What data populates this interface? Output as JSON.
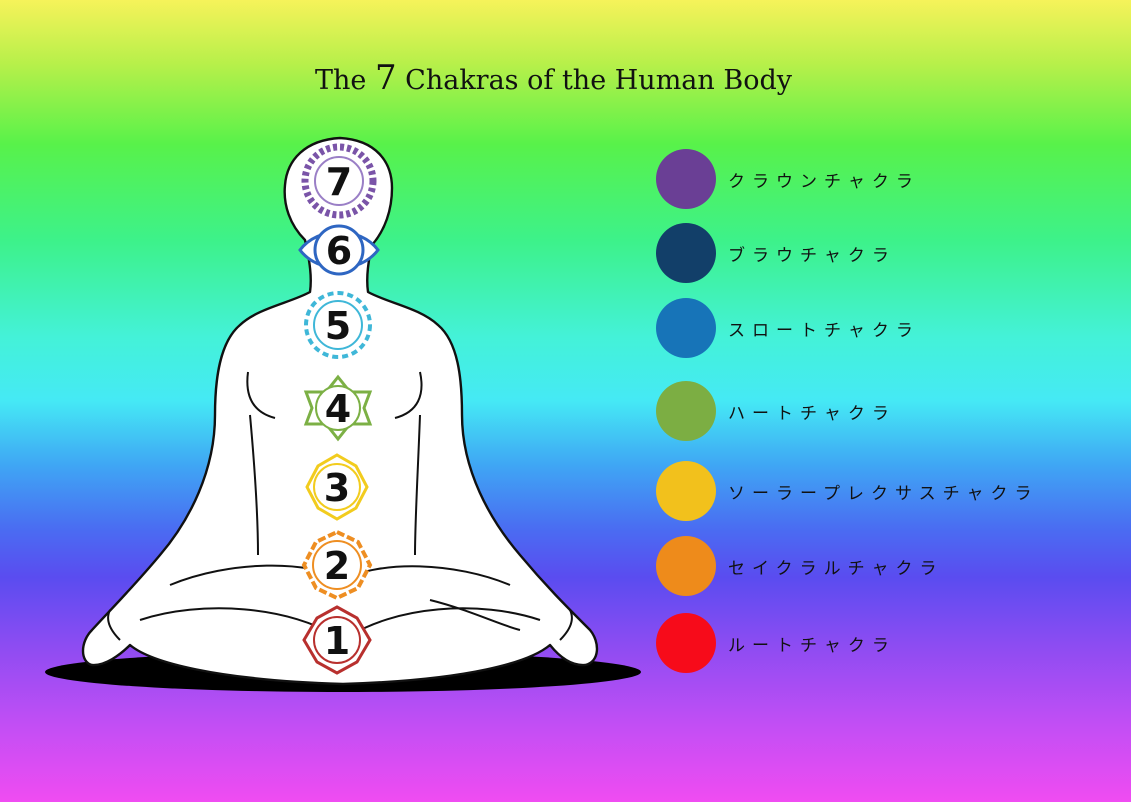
{
  "title_prefix": "The ",
  "title_number": "7",
  "title_suffix": " Chakras of the Human Body",
  "chakras": [
    {
      "number": "7",
      "label": "クラウンチャクラ",
      "color": "#6a3f95"
    },
    {
      "number": "6",
      "label": "ブラウチャクラ",
      "color": "#123f69"
    },
    {
      "number": "5",
      "label": "スロートチャクラ",
      "color": "#1774b8"
    },
    {
      "number": "4",
      "label": "ハートチャクラ",
      "color": "#7cae43"
    },
    {
      "number": "3",
      "label": "ソーラープレクサスチャクラ",
      "color": "#f2c11c"
    },
    {
      "number": "2",
      "label": "セイクラルチャクラ",
      "color": "#ee8b1b"
    },
    {
      "number": "1",
      "label": "ルートチャクラ",
      "color": "#f70b1a"
    }
  ],
  "figure_fill": "#ffffff",
  "shadow_fill": "#000000"
}
